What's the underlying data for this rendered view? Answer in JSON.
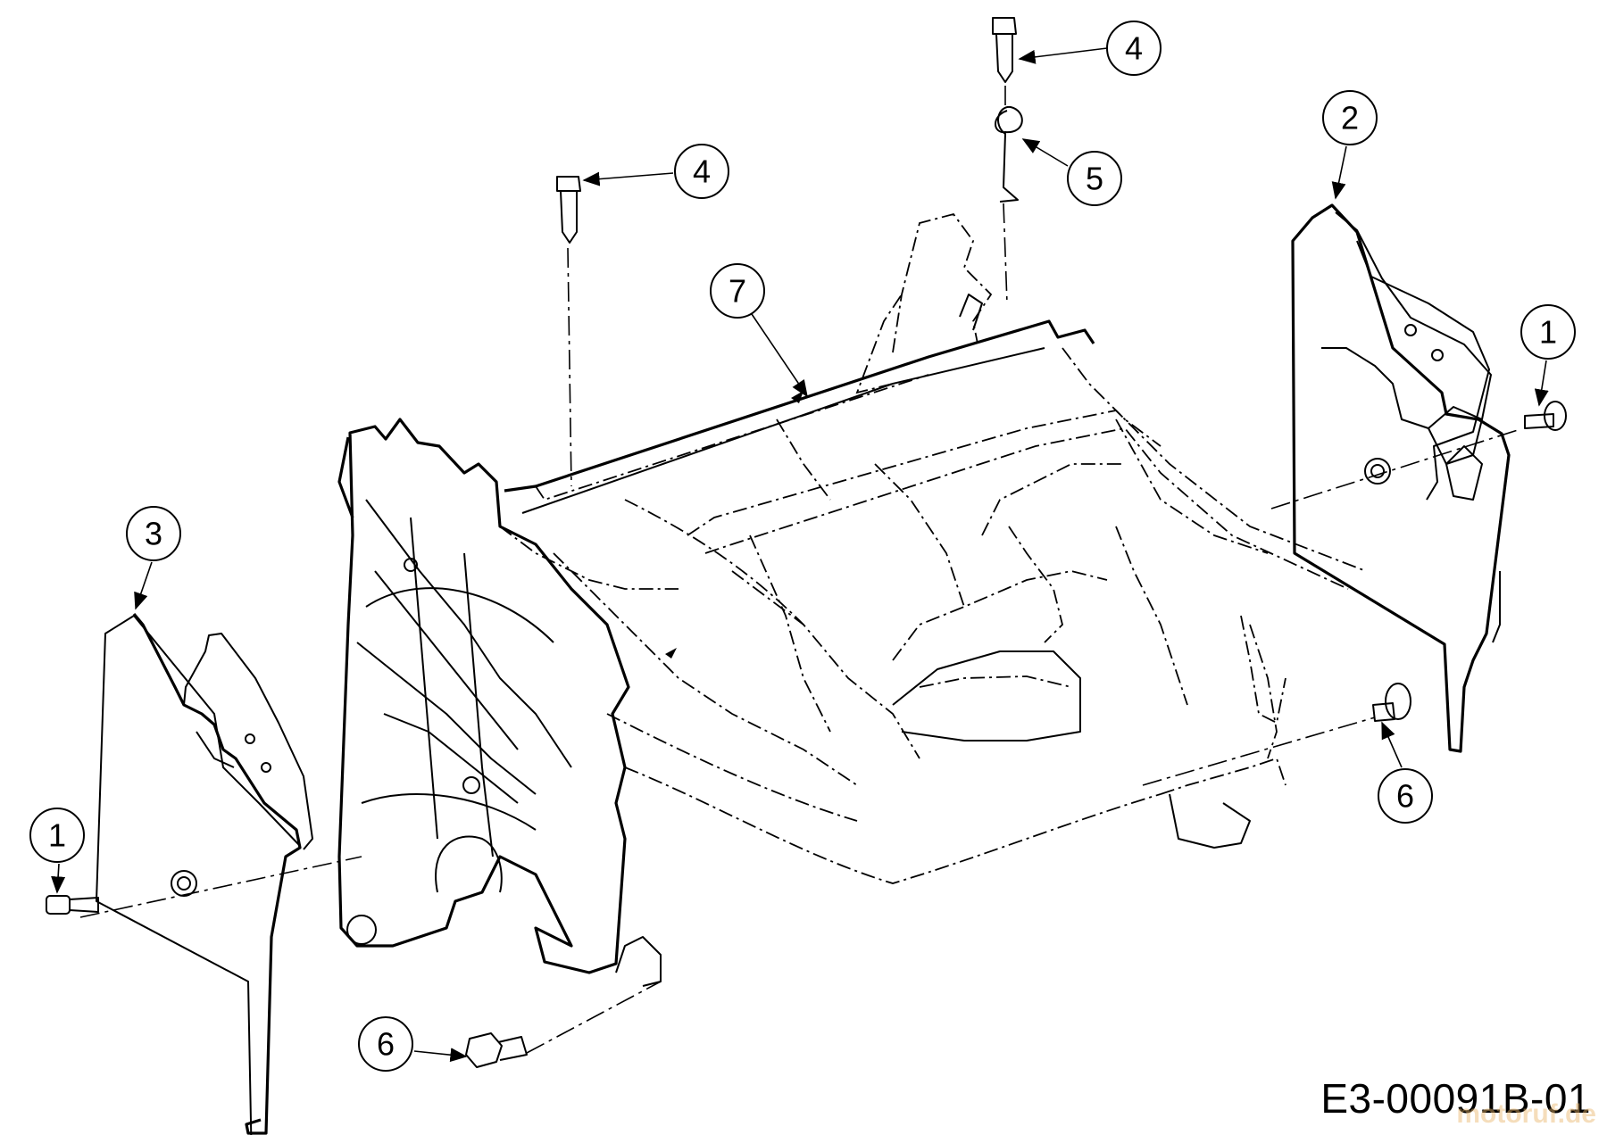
{
  "drawing_code": "E3-00091B-01",
  "watermark": "motoruf.de",
  "callouts": [
    {
      "id": "c1-left",
      "label": "1",
      "part": "screw"
    },
    {
      "id": "c1-right",
      "label": "1",
      "part": "screw"
    },
    {
      "id": "c2",
      "label": "2",
      "part": "side-plate-right"
    },
    {
      "id": "c3",
      "label": "3",
      "part": "side-plate-left"
    },
    {
      "id": "c4-center",
      "label": "4",
      "part": "bolt"
    },
    {
      "id": "c4-top",
      "label": "4",
      "part": "bolt"
    },
    {
      "id": "c5",
      "label": "5",
      "part": "hair-pin-clip"
    },
    {
      "id": "c6-bottom",
      "label": "6",
      "part": "shoulder-bolt"
    },
    {
      "id": "c6-right",
      "label": "6",
      "part": "shoulder-bolt"
    },
    {
      "id": "c7",
      "label": "7",
      "part": "housing"
    }
  ]
}
